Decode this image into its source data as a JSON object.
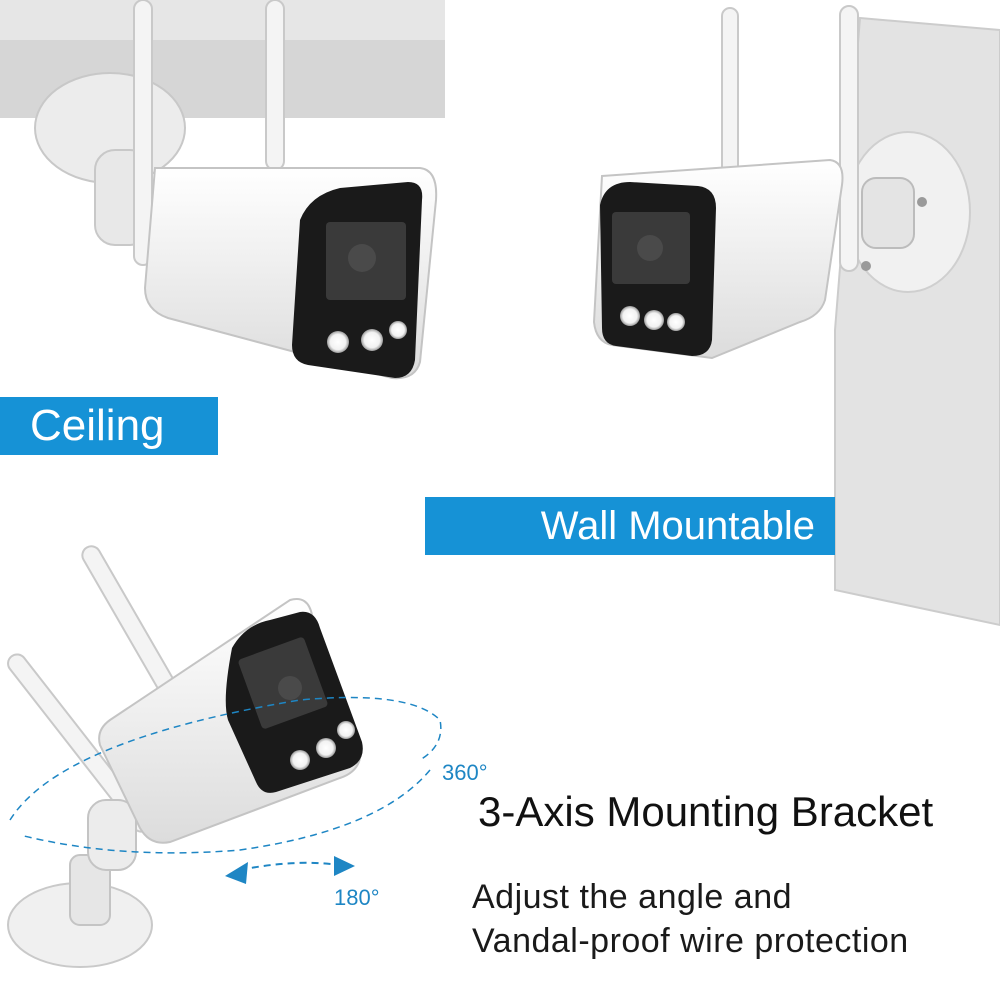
{
  "labels": {
    "ceiling": "Ceiling",
    "wall": "Wall Mountable"
  },
  "bracket": {
    "heading": "3-Axis Mounting Bracket",
    "line1": "Adjust the angle and",
    "line2": "Vandal-proof wire protection",
    "rotation_360": "360°",
    "rotation_180": "180°"
  },
  "colors": {
    "accent": "#1692d6",
    "arrow": "#1e86c4"
  }
}
